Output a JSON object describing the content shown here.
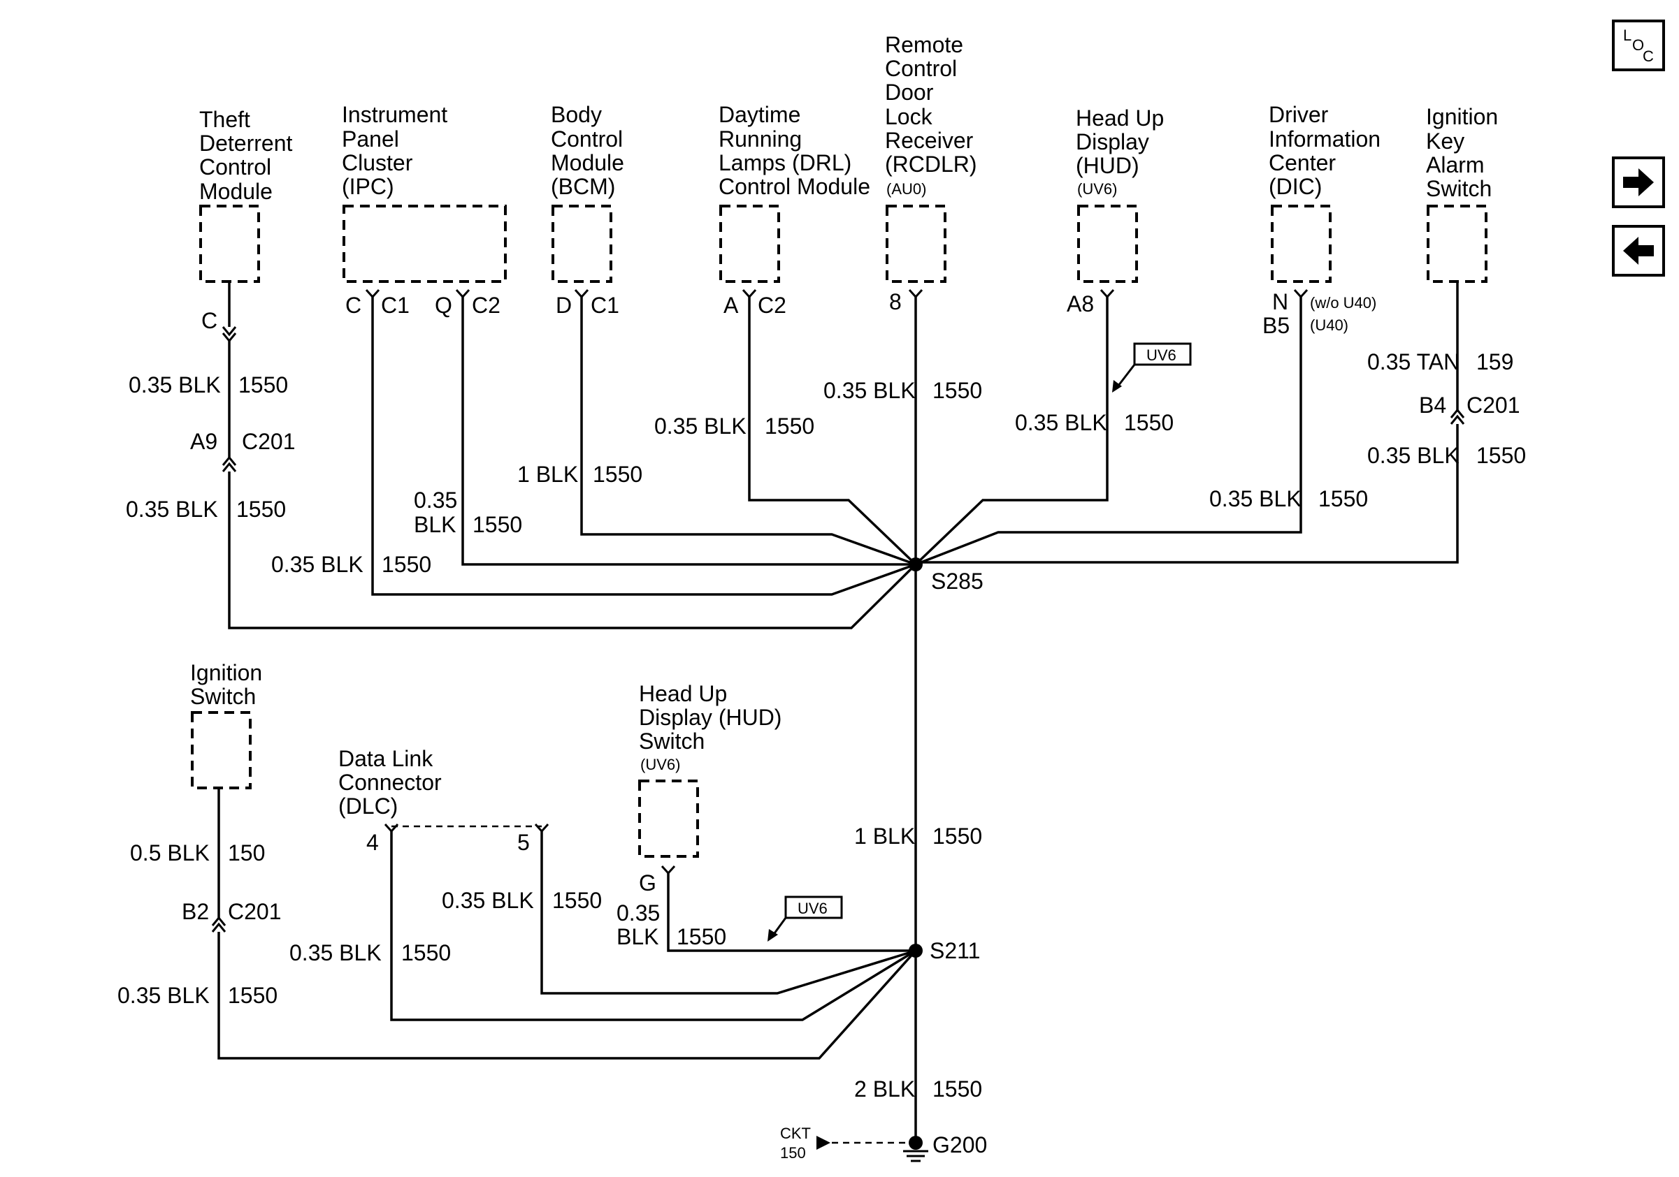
{
  "components": {
    "tdcm": [
      "Theft",
      "Deterrent",
      "Control",
      "Module"
    ],
    "ipc": [
      "Instrument",
      "Panel",
      "Cluster",
      "(IPC)"
    ],
    "bcm": [
      "Body",
      "Control",
      "Module",
      "(BCM)"
    ],
    "drl": [
      "Daytime",
      "Running",
      "Lamps (DRL)",
      "Control Module"
    ],
    "rcdlr": [
      "Remote",
      "Control",
      "Door",
      "Lock",
      "Receiver",
      "(RCDLR)"
    ],
    "rcdlr_option": "(AU0)",
    "hud": [
      "Head Up",
      "Display",
      "(HUD)"
    ],
    "hud_option": "(UV6)",
    "dic": [
      "Driver",
      "Information",
      "Center",
      "(DIC)"
    ],
    "ikas": [
      "Ignition",
      "Key",
      "Alarm",
      "Switch"
    ],
    "ign": [
      "Ignition",
      "Switch"
    ],
    "dlc": [
      "Data Link",
      "Connector",
      "(DLC)"
    ],
    "hud_switch": [
      "Head Up",
      "Display (HUD)",
      "Switch"
    ],
    "hud_switch_option": "(UV6)"
  },
  "pins": {
    "tdcm": "C",
    "ipc_c": "C",
    "ipc_c1": "C1",
    "ipc_q": "Q",
    "ipc_c2": "C2",
    "bcm_d": "D",
    "bcm_c1": "C1",
    "drl_a": "A",
    "drl_c2": "C2",
    "rcdlr": "8",
    "hud": "A8",
    "dic_n": "N",
    "dic_b5": "B5",
    "dic_wo": "(w/o U40)",
    "dic_w": "(U40)",
    "ikas_b4": "B4",
    "ikas_c201": "C201",
    "tdcm_a9": "A9",
    "tdcm_c201": "C201",
    "ign_b2": "B2",
    "ign_c201": "C201",
    "dlc_4": "4",
    "dlc_5": "5",
    "hud_switch_g": "G"
  },
  "wires": {
    "blk_035": "0.35 BLK",
    "blk_035_a": "0.35",
    "blk_035_b": "BLK",
    "blk_1": "1 BLK",
    "blk_2": "2 BLK",
    "blk_05": "0.5 BLK",
    "tan_035": "0.35 TAN",
    "ckt_1550": "1550",
    "ckt_159": "159",
    "ckt_150": "150"
  },
  "splices": {
    "s285": "S285",
    "s211": "S211"
  },
  "ground": {
    "g200": "G200",
    "ckt_line1": "CKT",
    "ckt_line2": "150"
  },
  "options": {
    "uv6": "UV6"
  },
  "nav": {
    "loc_l": "L",
    "loc_o": "O",
    "loc_c": "C"
  }
}
